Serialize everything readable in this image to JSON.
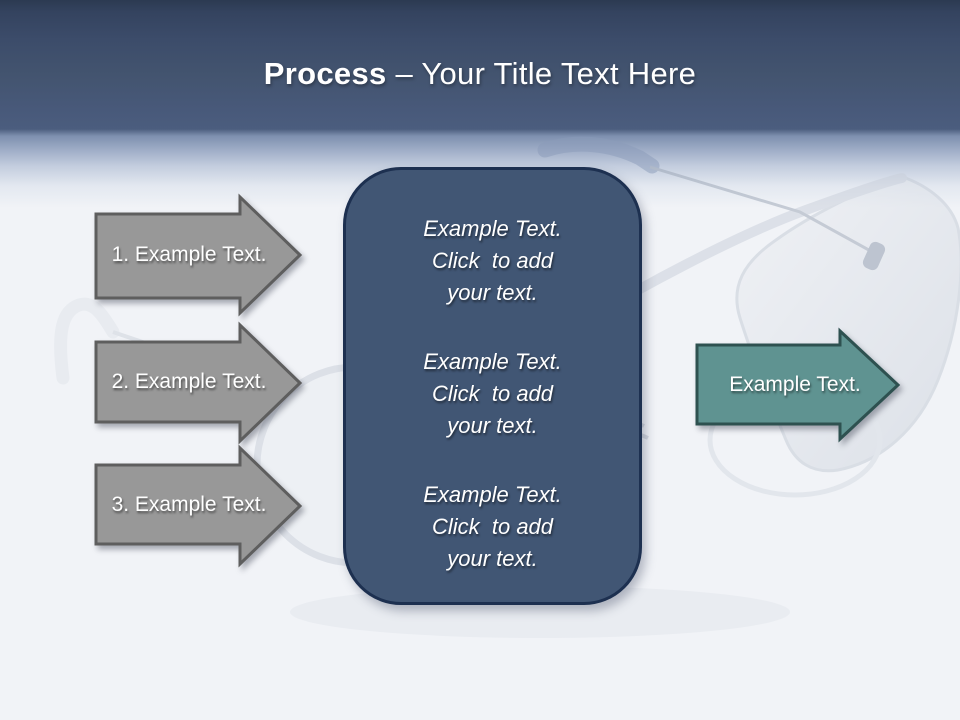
{
  "title": {
    "bold": "Process",
    "rest": "– Your Title Text Here"
  },
  "process_arrows": [
    {
      "label": "1. Example Text."
    },
    {
      "label": "2. Example Text."
    },
    {
      "label": "3. Example Text."
    }
  ],
  "result_arrow": {
    "label": "Example Text."
  },
  "center_box": {
    "groups": [
      {
        "lines": [
          "Example Text.",
          "Click  to add",
          "your text."
        ]
      },
      {
        "lines": [
          "Example Text.",
          "Click  to add",
          "your text."
        ]
      },
      {
        "lines": [
          "Example Text.",
          "Click  to add",
          "your text."
        ]
      }
    ]
  },
  "decor": {
    "watermark": "sunglasses-photo"
  },
  "colors": {
    "header_gradient_top": "#2c3a51",
    "header_gradient_bottom": "#4b5d7e",
    "slide_background": "#f1f3f7",
    "title_text": "#ffffff",
    "gray_arrow_fill": "#989898",
    "gray_arrow_border": "#5e5e5e",
    "teal_arrow_fill": "#5f9391",
    "teal_arrow_border": "#2e5150",
    "box_fill": "#415674",
    "box_border": "#1d3050",
    "body_text": "#ffffff"
  }
}
